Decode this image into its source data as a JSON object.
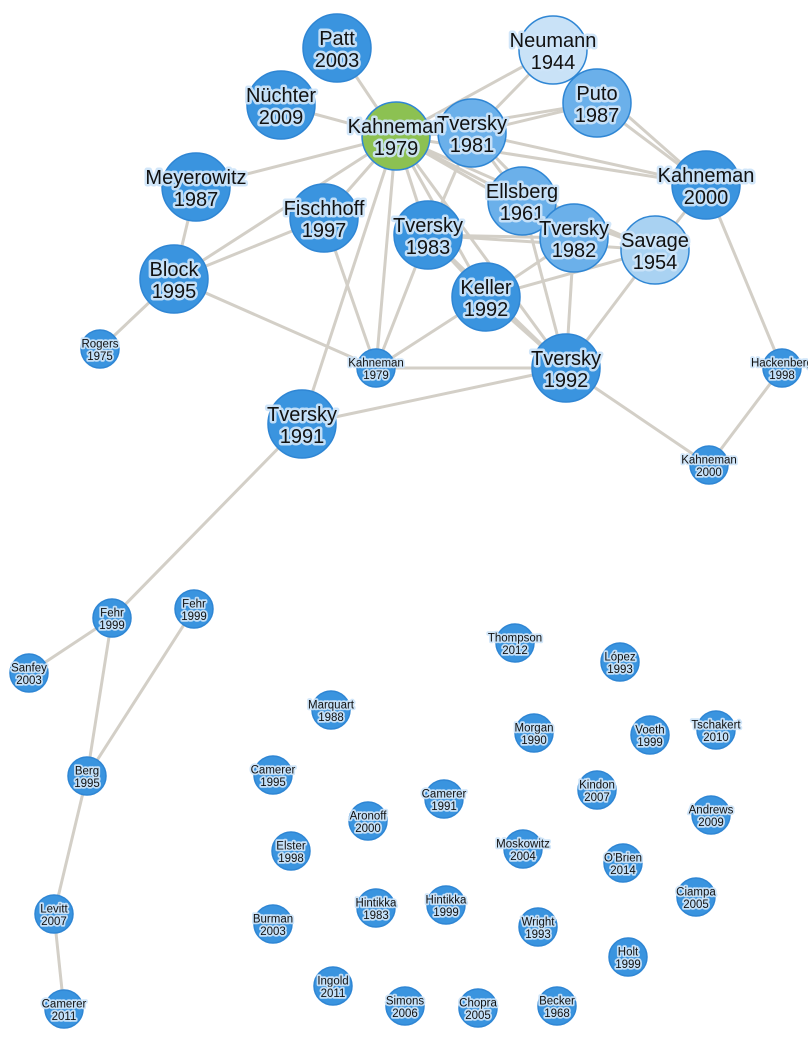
{
  "graph": {
    "colors": {
      "edge": "#d3cfc7",
      "node_fill": "#3a94df",
      "node_fill_light": "#a9d2f2",
      "node_fill_pale": "#c9e2f7",
      "focus_fill": "#8cc152",
      "label_bg": "#cfe6f9",
      "focus_label_bg": "#eef5e1"
    },
    "nodes": [
      {
        "id": "patt2003",
        "author": "Patt",
        "year": "2003",
        "size": "large",
        "tone": "dark"
      },
      {
        "id": "neumann1944",
        "author": "Neumann",
        "year": "1944",
        "size": "large",
        "tone": "pale"
      },
      {
        "id": "nuchter2009",
        "author": "Nüchter",
        "year": "2009",
        "size": "large",
        "tone": "dark"
      },
      {
        "id": "kahneman1979_main",
        "author": "Kahneman",
        "year": "1979",
        "size": "large",
        "tone": "focus"
      },
      {
        "id": "tversky1981",
        "author": "Tversky",
        "year": "1981",
        "size": "large",
        "tone": "mid"
      },
      {
        "id": "puto1987",
        "author": "Puto",
        "year": "1987",
        "size": "large",
        "tone": "mid"
      },
      {
        "id": "meyerowitz1987",
        "author": "Meyerowitz",
        "year": "1987",
        "size": "large",
        "tone": "dark"
      },
      {
        "id": "kahneman2000_big",
        "author": "Kahneman",
        "year": "2000",
        "size": "large",
        "tone": "dark"
      },
      {
        "id": "fischhoff1997",
        "author": "Fischhoff",
        "year": "1997",
        "size": "large",
        "tone": "dark"
      },
      {
        "id": "ellsberg1961",
        "author": "Ellsberg",
        "year": "1961",
        "size": "large",
        "tone": "mid"
      },
      {
        "id": "tversky1983",
        "author": "Tversky",
        "year": "1983",
        "size": "large",
        "tone": "dark"
      },
      {
        "id": "tversky1982",
        "author": "Tversky",
        "year": "1982",
        "size": "large",
        "tone": "mid"
      },
      {
        "id": "savage1954",
        "author": "Savage",
        "year": "1954",
        "size": "large",
        "tone": "light"
      },
      {
        "id": "block1995",
        "author": "Block",
        "year": "1995",
        "size": "large",
        "tone": "dark"
      },
      {
        "id": "keller1992",
        "author": "Keller",
        "year": "1992",
        "size": "large",
        "tone": "dark"
      },
      {
        "id": "rogers1975",
        "author": "Rogers",
        "year": "1975",
        "size": "small",
        "tone": "dark"
      },
      {
        "id": "kahneman1979_small",
        "author": "Kahneman",
        "year": "1979",
        "size": "small",
        "tone": "dark"
      },
      {
        "id": "tversky1992",
        "author": "Tversky",
        "year": "1992",
        "size": "large",
        "tone": "dark"
      },
      {
        "id": "hackenberg1998",
        "author": "Hackenberg",
        "year": "1998",
        "size": "small",
        "tone": "dark"
      },
      {
        "id": "tversky1991",
        "author": "Tversky",
        "year": "1991",
        "size": "large",
        "tone": "dark"
      },
      {
        "id": "kahneman2000_small",
        "author": "Kahneman",
        "year": "2000",
        "size": "small",
        "tone": "dark"
      },
      {
        "id": "fehr1999a",
        "author": "Fehr",
        "year": "1999",
        "size": "small",
        "tone": "dark"
      },
      {
        "id": "fehr1999b",
        "author": "Fehr",
        "year": "1999",
        "size": "small",
        "tone": "dark"
      },
      {
        "id": "sanfey2003",
        "author": "Sanfey",
        "year": "2003",
        "size": "small",
        "tone": "dark"
      },
      {
        "id": "thompson2012",
        "author": "Thompson",
        "year": "2012",
        "size": "small",
        "tone": "dark"
      },
      {
        "id": "lopez1993",
        "author": "López",
        "year": "1993",
        "size": "small",
        "tone": "dark"
      },
      {
        "id": "marquart1988",
        "author": "Marquart",
        "year": "1988",
        "size": "small",
        "tone": "dark"
      },
      {
        "id": "morgan1990",
        "author": "Morgan",
        "year": "1990",
        "size": "small",
        "tone": "dark"
      },
      {
        "id": "voeth1999",
        "author": "Voeth",
        "year": "1999",
        "size": "small",
        "tone": "dark"
      },
      {
        "id": "tschakert2010",
        "author": "Tschakert",
        "year": "2010",
        "size": "small",
        "tone": "dark"
      },
      {
        "id": "berg1995",
        "author": "Berg",
        "year": "1995",
        "size": "small",
        "tone": "dark"
      },
      {
        "id": "camerer1995",
        "author": "Camerer",
        "year": "1995",
        "size": "small",
        "tone": "dark"
      },
      {
        "id": "camerer1991",
        "author": "Camerer",
        "year": "1991",
        "size": "small",
        "tone": "dark"
      },
      {
        "id": "kindon2007",
        "author": "Kindon",
        "year": "2007",
        "size": "small",
        "tone": "dark"
      },
      {
        "id": "aronoff2000",
        "author": "Aronoff",
        "year": "2000",
        "size": "small",
        "tone": "dark"
      },
      {
        "id": "andrews2009",
        "author": "Andrews",
        "year": "2009",
        "size": "small",
        "tone": "dark"
      },
      {
        "id": "elster1998",
        "author": "Elster",
        "year": "1998",
        "size": "small",
        "tone": "dark"
      },
      {
        "id": "moskowitz2004",
        "author": "Moskowitz",
        "year": "2004",
        "size": "small",
        "tone": "dark"
      },
      {
        "id": "obrien2014",
        "author": "O'Brien",
        "year": "2014",
        "size": "small",
        "tone": "dark"
      },
      {
        "id": "ciampa2005",
        "author": "Ciampa",
        "year": "2005",
        "size": "small",
        "tone": "dark"
      },
      {
        "id": "levitt2007",
        "author": "Levitt",
        "year": "2007",
        "size": "small",
        "tone": "dark"
      },
      {
        "id": "hintikka1983",
        "author": "Hintikka",
        "year": "1983",
        "size": "small",
        "tone": "dark"
      },
      {
        "id": "hintikka1999",
        "author": "Hintikka",
        "year": "1999",
        "size": "small",
        "tone": "dark"
      },
      {
        "id": "burman2003",
        "author": "Burman",
        "year": "2003",
        "size": "small",
        "tone": "dark"
      },
      {
        "id": "wright1993",
        "author": "Wright",
        "year": "1993",
        "size": "small",
        "tone": "dark"
      },
      {
        "id": "holt1999",
        "author": "Holt",
        "year": "1999",
        "size": "small",
        "tone": "dark"
      },
      {
        "id": "ingold2011",
        "author": "Ingold",
        "year": "2011",
        "size": "small",
        "tone": "dark"
      },
      {
        "id": "simons2006",
        "author": "Simons",
        "year": "2006",
        "size": "small",
        "tone": "dark"
      },
      {
        "id": "chopra2005",
        "author": "Chopra",
        "year": "2005",
        "size": "small",
        "tone": "dark"
      },
      {
        "id": "becker1968",
        "author": "Becker",
        "year": "1968",
        "size": "small",
        "tone": "dark"
      },
      {
        "id": "camerer2011",
        "author": "Camerer",
        "year": "2011",
        "size": "small",
        "tone": "dark"
      }
    ],
    "edges": [
      [
        "patt2003",
        "kahneman1979_main"
      ],
      [
        "nuchter2009",
        "kahneman1979_main"
      ],
      [
        "neumann1944",
        "kahneman1979_main"
      ],
      [
        "neumann1944",
        "tversky1981"
      ],
      [
        "neumann1944",
        "kahneman2000_big"
      ],
      [
        "puto1987",
        "kahneman1979_main"
      ],
      [
        "puto1987",
        "tversky1981"
      ],
      [
        "puto1987",
        "kahneman2000_big"
      ],
      [
        "meyerowitz1987",
        "kahneman1979_main"
      ],
      [
        "meyerowitz1987",
        "block1995"
      ],
      [
        "fischhoff1997",
        "kahneman1979_main"
      ],
      [
        "fischhoff1997",
        "block1995"
      ],
      [
        "fischhoff1997",
        "kahneman1979_small"
      ],
      [
        "block1995",
        "kahneman1979_main"
      ],
      [
        "block1995",
        "rogers1975"
      ],
      [
        "block1995",
        "kahneman1979_small"
      ],
      [
        "tversky1981",
        "kahneman1979_main"
      ],
      [
        "tversky1981",
        "kahneman2000_big"
      ],
      [
        "tversky1981",
        "ellsberg1961"
      ],
      [
        "tversky1981",
        "tversky1982"
      ],
      [
        "tversky1981",
        "tversky1983"
      ],
      [
        "ellsberg1961",
        "kahneman1979_main"
      ],
      [
        "ellsberg1961",
        "savage1954"
      ],
      [
        "ellsberg1961",
        "tversky1992"
      ],
      [
        "tversky1983",
        "kahneman1979_main"
      ],
      [
        "tversky1983",
        "tversky1982"
      ],
      [
        "tversky1983",
        "savage1954"
      ],
      [
        "tversky1983",
        "keller1992"
      ],
      [
        "tversky1983",
        "kahneman1979_small"
      ],
      [
        "tversky1983",
        "tversky1992"
      ],
      [
        "tversky1982",
        "kahneman1979_main"
      ],
      [
        "tversky1982",
        "tversky1992"
      ],
      [
        "tversky1982",
        "keller1992"
      ],
      [
        "savage1954",
        "kahneman1979_main"
      ],
      [
        "savage1954",
        "tversky1992"
      ],
      [
        "savage1954",
        "keller1992"
      ],
      [
        "savage1954",
        "kahneman2000_big"
      ],
      [
        "kahneman2000_big",
        "kahneman1979_main"
      ],
      [
        "kahneman2000_big",
        "hackenberg1998"
      ],
      [
        "keller1992",
        "kahneman1979_main"
      ],
      [
        "keller1992",
        "kahneman1979_small"
      ],
      [
        "keller1992",
        "tversky1992"
      ],
      [
        "tversky1992",
        "kahneman1979_main"
      ],
      [
        "tversky1992",
        "kahneman1979_small"
      ],
      [
        "tversky1992",
        "tversky1991"
      ],
      [
        "tversky1992",
        "kahneman2000_small"
      ],
      [
        "hackenberg1998",
        "kahneman2000_small"
      ],
      [
        "kahneman1979_small",
        "kahneman1979_main"
      ],
      [
        "tversky1991",
        "kahneman1979_main"
      ],
      [
        "tversky1991",
        "fehr1999a"
      ],
      [
        "fehr1999a",
        "sanfey2003"
      ],
      [
        "fehr1999a",
        "berg1995"
      ],
      [
        "fehr1999b",
        "berg1995"
      ],
      [
        "berg1995",
        "levitt2007"
      ],
      [
        "levitt2007",
        "camerer2011"
      ]
    ]
  }
}
